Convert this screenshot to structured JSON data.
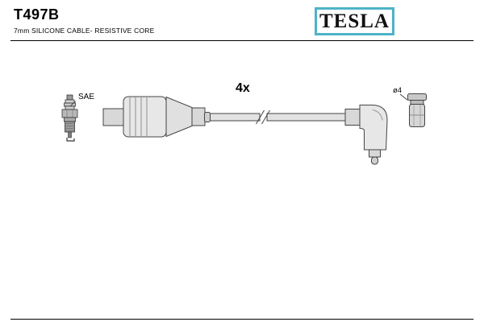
{
  "header": {
    "part_number": "T497B",
    "subtitle": "7mm SILICONE CABLE- RESISTIVE CORE",
    "brand": "TESLA",
    "brand_frame_color": "#4db3c8"
  },
  "diagram": {
    "quantity_label": "4x",
    "spark_plug_label": "SAE",
    "terminal_diameter_label": "ø4"
  }
}
